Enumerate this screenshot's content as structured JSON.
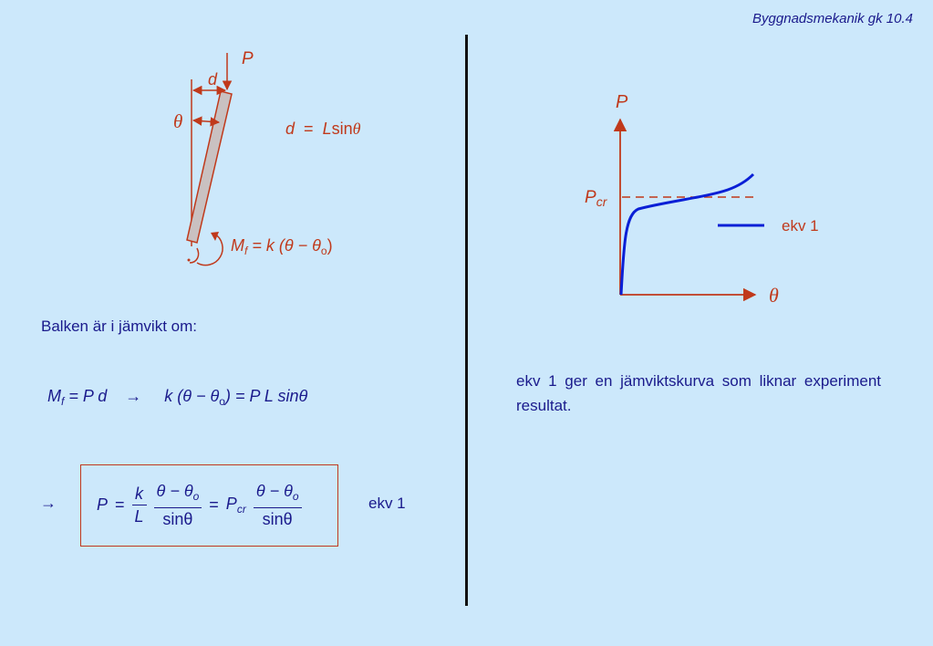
{
  "header": {
    "course": "Byggnadsmekanik gk  10.4"
  },
  "figure_left": {
    "load_label": "P",
    "offset_label": "d",
    "angle_label": "θ",
    "offset_eq_lhs": "d",
    "offset_eq_eq": "=",
    "offset_eq_L": "L",
    "offset_eq_rest": "sin",
    "offset_eq_theta": "θ",
    "moment_M": "M",
    "moment_f": "f",
    "moment_rest": " = k (θ − θ",
    "moment_o": "o",
    "moment_close": ")"
  },
  "text": {
    "equilibrium": "Balken är i jämvikt om:"
  },
  "eq1": {
    "M": "M",
    "f": "f",
    "mid": " = P d",
    "arrow": "→",
    "k": "k (θ − θ",
    "o": "o",
    "rhs": ") = P L sinθ"
  },
  "eq2": {
    "arrow": "→",
    "P": "P",
    "eq": "=",
    "k": "k",
    "L": "L",
    "num1": "θ − θ",
    "num1_o": "o",
    "den1": "sinθ",
    "eq2": "=",
    "Pc": "P",
    "cr": "cr",
    "num2": "θ − θ",
    "num2_o": "o",
    "den2": "sinθ",
    "tag": "ekv 1"
  },
  "chart": {
    "y_label": "P",
    "x_label": "θ",
    "pcr_P": "P",
    "pcr_cr": "cr",
    "legend_label": "ekv 1"
  },
  "paragraph": "ekv 1 ger en jämviktskurva som liknar experiment resultat.",
  "colors": {
    "text": "#1a1a8c",
    "accent": "#c0391b",
    "curve": "#0a1fd6",
    "background": "#cce8fb"
  }
}
